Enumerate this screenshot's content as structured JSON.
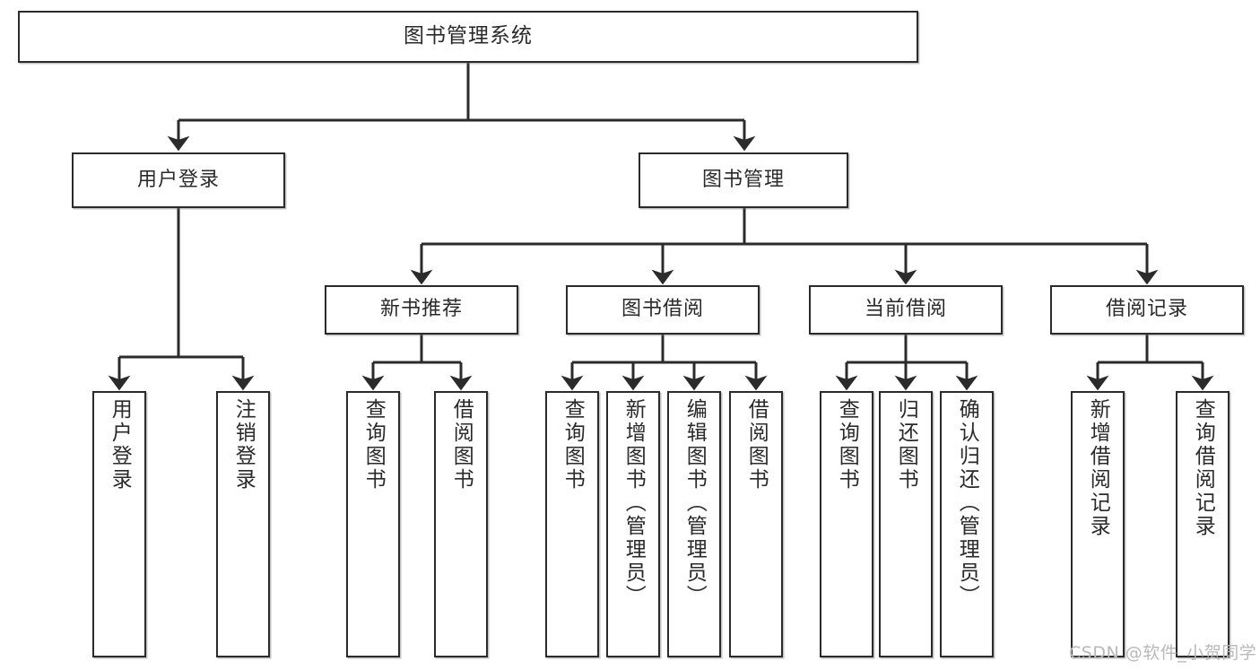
{
  "diagram": {
    "title": "图书管理系统",
    "type": "tree-hierarchy",
    "root": {
      "label": "图书管理系统"
    },
    "level1": [
      {
        "label": "用户登录"
      },
      {
        "label": "图书管理"
      }
    ],
    "level2": [
      {
        "label": "新书推荐"
      },
      {
        "label": "图书借阅"
      },
      {
        "label": "当前借阅"
      },
      {
        "label": "借阅记录"
      }
    ],
    "leaves": {
      "user_login": [
        {
          "label": "用户登录"
        },
        {
          "label": "注销登录"
        }
      ],
      "new_book_recommend": [
        {
          "label": "查询图书"
        },
        {
          "label": "借阅图书"
        }
      ],
      "book_borrow": [
        {
          "label": "查询图书"
        },
        {
          "label": "新增图书（管理员）"
        },
        {
          "label": "编辑图书（管理员）"
        },
        {
          "label": "借阅图书"
        }
      ],
      "current_borrow": [
        {
          "label": "查询图书"
        },
        {
          "label": "归还图书"
        },
        {
          "label": "确认归还（管理员）"
        }
      ],
      "borrow_record": [
        {
          "label": "新增借阅记录"
        },
        {
          "label": "查询借阅记录"
        }
      ]
    }
  },
  "watermark": {
    "text": "CSDN @软件_小贺同学"
  },
  "colors": {
    "stroke": "#2b2b2b",
    "fill": "#ffffff",
    "text": "#2a2a2a",
    "watermark": "#b9b9b9"
  }
}
